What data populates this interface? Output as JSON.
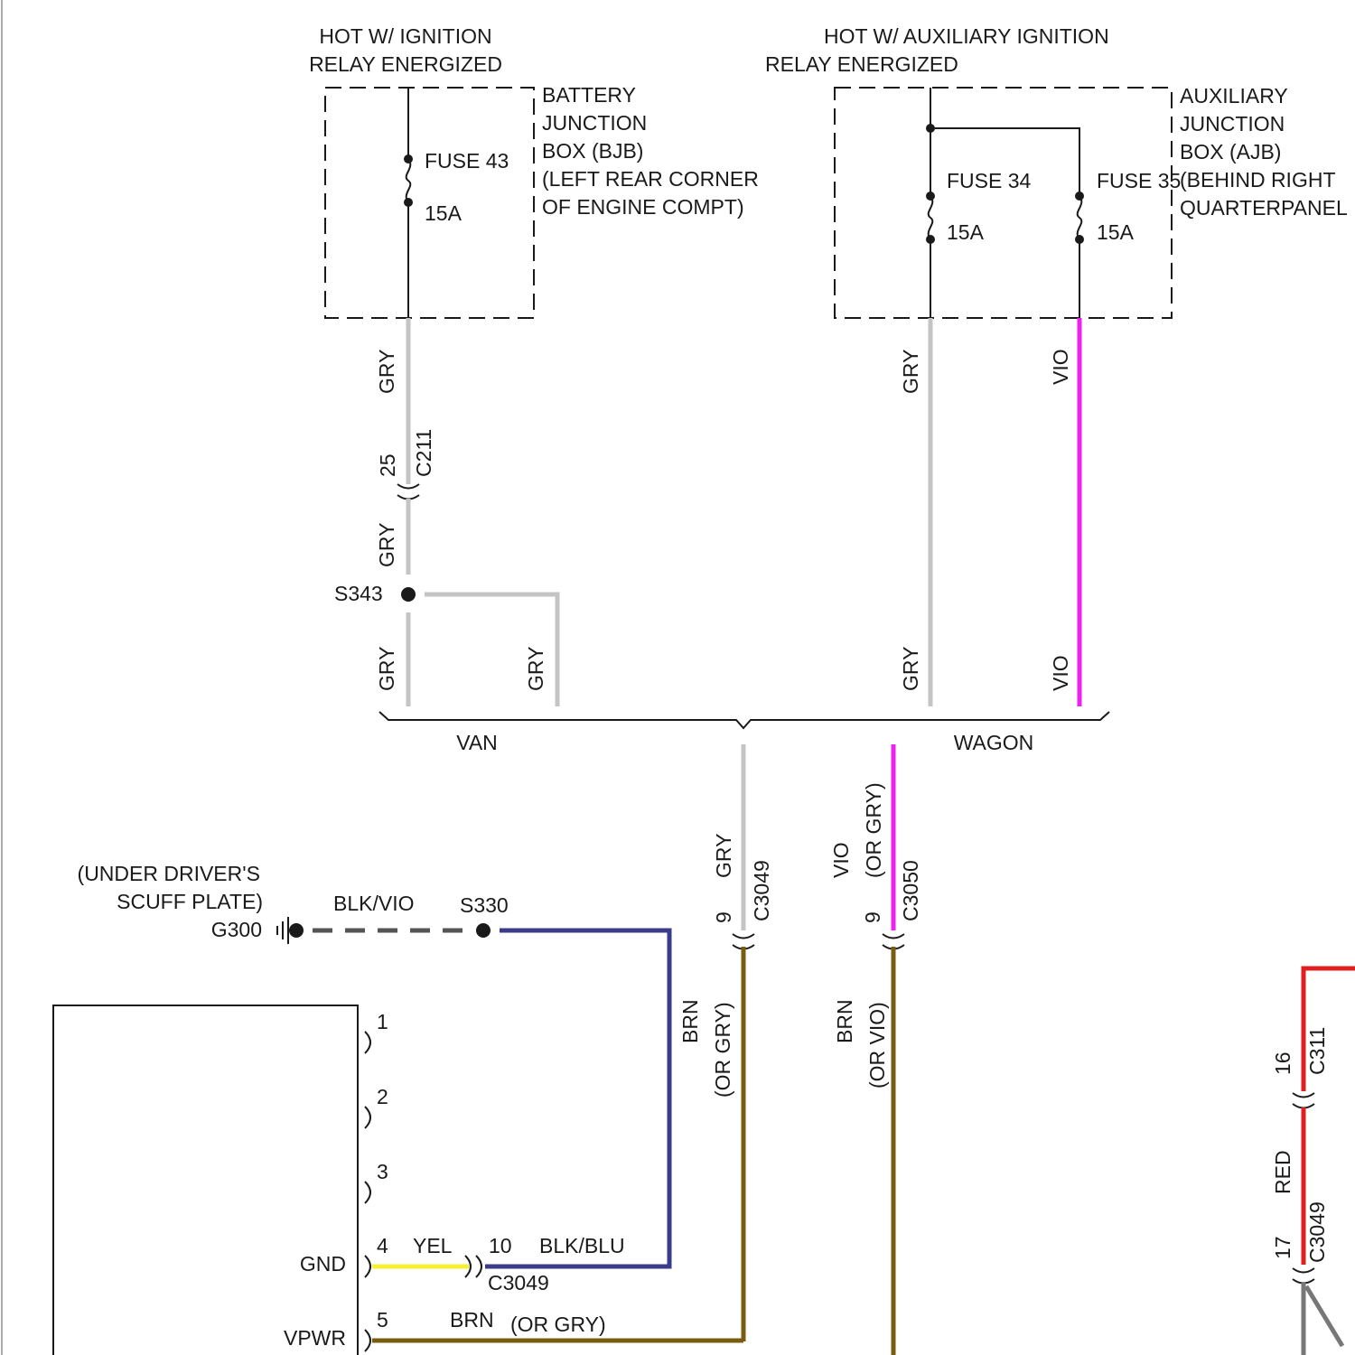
{
  "headers": {
    "left_line1": "HOT W/ IGNITION",
    "left_line2": "RELAY ENERGIZED",
    "right_line1": "HOT W/ AUXILIARY IGNITION",
    "right_line2": "RELAY ENERGIZED"
  },
  "bjb": {
    "lines": [
      "BATTERY",
      "JUNCTION",
      "BOX (BJB)",
      "(LEFT REAR CORNER",
      "OF ENGINE COMPT)"
    ],
    "fuse_name": "FUSE 43",
    "fuse_rating": "15A"
  },
  "ajb": {
    "lines": [
      "AUXILIARY",
      "JUNCTION",
      "BOX (AJB)",
      "(BEHIND RIGHT",
      "QUARTERPANEL"
    ],
    "fuse34_name": "FUSE 34",
    "fuse34_rating": "15A",
    "fuse35_name": "FUSE 35",
    "fuse35_rating": "15A"
  },
  "wires": {
    "gry": "GRY",
    "vio": "VIO",
    "brn": "BRN",
    "or_gry": "(OR GRY)",
    "or_vio": "(OR VIO)",
    "blk_vio": "BLK/VIO",
    "blk_blu": "BLK/BLU",
    "yel": "YEL",
    "red": "RED"
  },
  "connectors": {
    "c211": "C211",
    "c211_pin": "25",
    "c3049": "C3049",
    "c3049_pin_top": "9",
    "c3049_pin_gnd": "10",
    "c3050": "C3050",
    "c3050_pin": "9",
    "c311": "C311",
    "c311_pin": "16",
    "c3049_right": "C3049",
    "c3049_right_pin": "17"
  },
  "splices": {
    "s343": "S343",
    "s330": "S330"
  },
  "ground": {
    "location_line1": "(UNDER DRIVER'S",
    "location_line2": "SCUFF PLATE)",
    "name": "G300"
  },
  "variants": {
    "van": "VAN",
    "wagon": "WAGON"
  },
  "module": {
    "pins": [
      "1",
      "2",
      "3",
      "4",
      "5"
    ],
    "gnd_label": "GND",
    "vpwr_label": "VPWR"
  },
  "colors": {
    "gry": "#c4c4c4",
    "vio": "#ee22ee",
    "brn": "#7a5c10",
    "blue": "#3b3b8c",
    "yel": "#f5f032",
    "red": "#e02020",
    "dark": "#1a1a1a"
  }
}
